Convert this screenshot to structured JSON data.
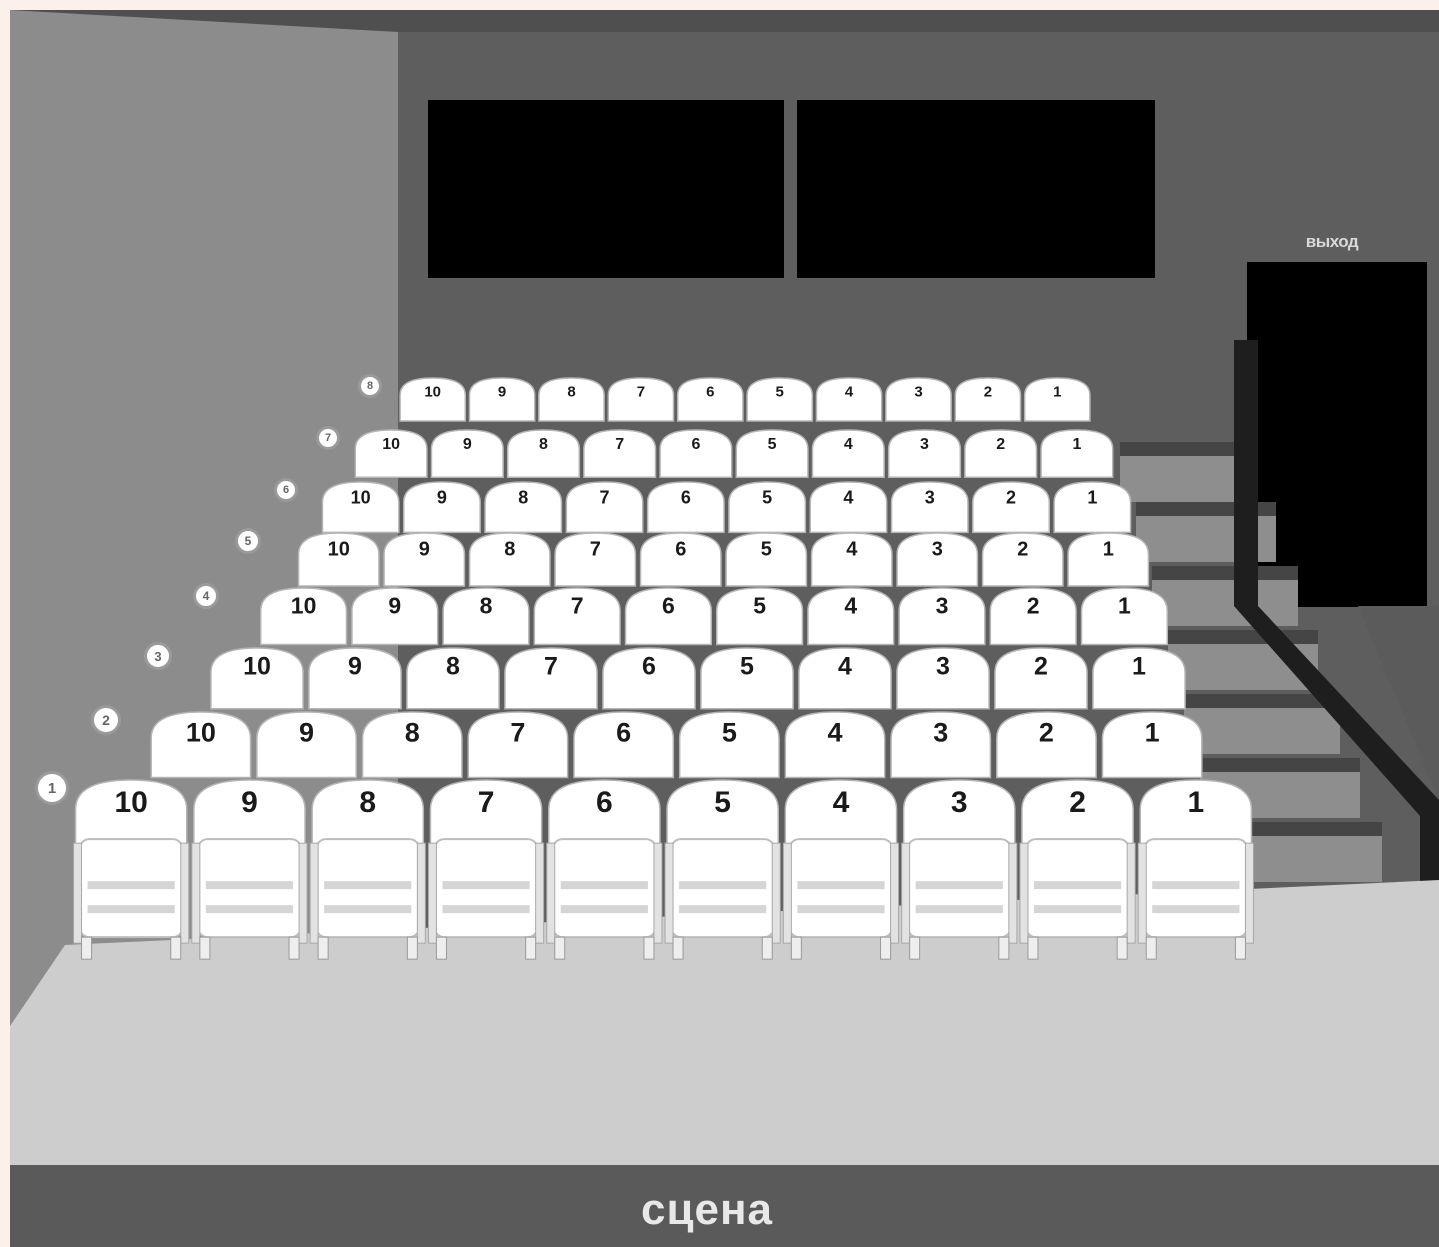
{
  "exit_label": "выход",
  "stage_label": "сцена",
  "rows": [
    {
      "number": "1",
      "seats": [
        "10",
        "9",
        "8",
        "7",
        "6",
        "5",
        "4",
        "3",
        "2",
        "1"
      ]
    },
    {
      "number": "2",
      "seats": [
        "10",
        "9",
        "8",
        "7",
        "6",
        "5",
        "4",
        "3",
        "2",
        "1"
      ]
    },
    {
      "number": "3",
      "seats": [
        "10",
        "9",
        "8",
        "7",
        "6",
        "5",
        "4",
        "3",
        "2",
        "1"
      ]
    },
    {
      "number": "4",
      "seats": [
        "10",
        "9",
        "8",
        "7",
        "6",
        "5",
        "4",
        "3",
        "2",
        "1"
      ]
    },
    {
      "number": "5",
      "seats": [
        "10",
        "9",
        "8",
        "7",
        "6",
        "5",
        "4",
        "3",
        "2",
        "1"
      ]
    },
    {
      "number": "6",
      "seats": [
        "10",
        "9",
        "8",
        "7",
        "6",
        "5",
        "4",
        "3",
        "2",
        "1"
      ]
    },
    {
      "number": "7",
      "seats": [
        "10",
        "9",
        "8",
        "7",
        "6",
        "5",
        "4",
        "3",
        "2",
        "1"
      ]
    },
    {
      "number": "8",
      "seats": [
        "10",
        "9",
        "8",
        "7",
        "6",
        "5",
        "4",
        "3",
        "2",
        "1"
      ]
    }
  ],
  "colors": {
    "back_wall": "#5e5e5e",
    "left_wall": "#8a8a8a",
    "floor": "#cdcdcd",
    "stage_band": "#5a5a5a",
    "screen": "#000000",
    "seat": "#ffffff",
    "step_top": "#454545",
    "step_face": "#8e8e8e",
    "background": "#fbf1ea"
  },
  "icons": {
    "seat": "theatre-seat-icon",
    "screen": "screen-panel-icon",
    "door": "exit-door-icon"
  }
}
